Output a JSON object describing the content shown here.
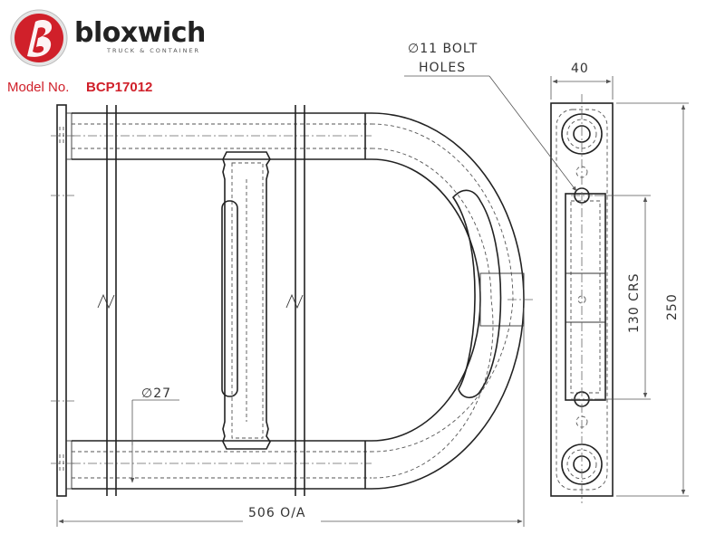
{
  "brand": {
    "name": "bloxwich",
    "tagline": "TRUCK & CONTAINER",
    "logo_color": "#d0202a"
  },
  "model": {
    "label": "Model No.",
    "number": "BCP17012"
  },
  "dimensions": {
    "bolt_holes_line1": "∅11 BOLT",
    "bolt_holes_line2": "HOLES",
    "width": "40",
    "height": "250",
    "centres": "130 CRS",
    "tube_diameter": "∅27",
    "overall_length": "506 O/A"
  }
}
